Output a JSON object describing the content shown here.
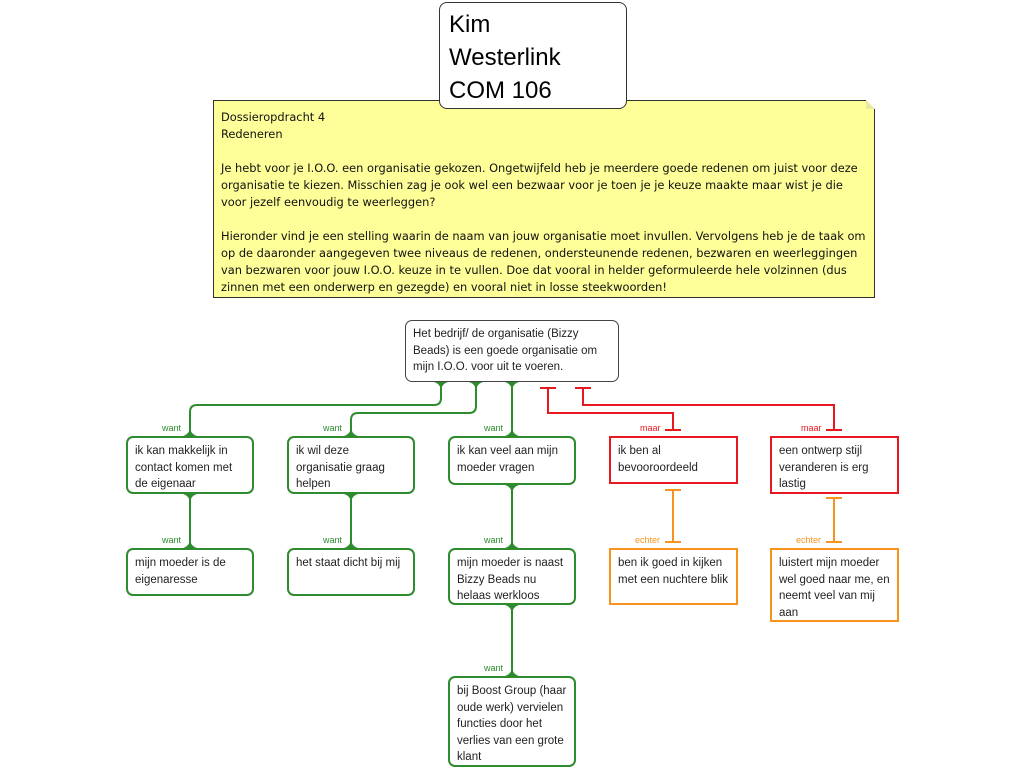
{
  "title": {
    "lines": [
      "Kim",
      "Westerlink",
      "COM 106"
    ]
  },
  "note": {
    "heading1": "Dossieropdracht  4",
    "heading2": "Redeneren",
    "para1": "Je hebt voor je I.O.O.  een organisatie gekozen. Ongetwijfeld heb je meerdere goede redenen om juist voor deze organisatie te kiezen. Misschien zag je ook wel een bezwaar voor je toen je je keuze maakte maar wist je die voor jezelf eenvoudig te weerleggen?",
    "para2": "Hieronder vind je een stelling waarin de naam van jouw organisatie moet invullen. Vervolgens heb je de taak om op de daaronder aangegeven twee niveaus de redenen, ondersteunende redenen, bezwaren en weerleggingen van bezwaren voor jouw I.O.O. keuze in te vullen. Doe dat vooral in helder geformuleerde hele volzinnen (dus zinnen met een onderwerp en gezegde) en vooral niet in losse steekwoorden!"
  },
  "claim": "Het bedrijf/ de organisatie (Bizzy Beads) is een goede organisatie om mijn I.O.O. voor uit te voeren.",
  "reasons": [
    {
      "label": "want",
      "text": "ik kan makkelijk in contact komen met de eigenaar",
      "support": [
        {
          "label": "want",
          "text": "mijn moeder is de eigenaresse"
        }
      ]
    },
    {
      "label": "want",
      "text": "ik wil deze organisatie graag helpen",
      "support": [
        {
          "label": "want",
          "text": "het staat dicht bij mij"
        }
      ]
    },
    {
      "label": "want",
      "text": "ik kan veel aan mijn moeder vragen",
      "support": [
        {
          "label": "want",
          "text": "mijn moeder is naast Bizzy Beads nu helaas werkloos"
        },
        {
          "label": "want",
          "text": "bij Boost Group (haar oude werk) vervielen functies door het verlies van een grote klant"
        }
      ]
    }
  ],
  "objections": [
    {
      "label": "maar",
      "text": "ik ben al bevooroordeeld",
      "rebuttal": {
        "label": "echter",
        "text": "ben ik goed in kijken met een nuchtere blik"
      }
    },
    {
      "label": "maar",
      "text": "een ontwerp stijl veranderen is erg lastig",
      "rebuttal": {
        "label": "echter",
        "text": "luistert mijn moeder wel goed naar me, en neemt veel van mij aan"
      }
    }
  ],
  "colors": {
    "reason": "#2e8b2e",
    "objection": "#e8191e",
    "rebuttal": "#f7941d",
    "note": "#ffff99"
  }
}
